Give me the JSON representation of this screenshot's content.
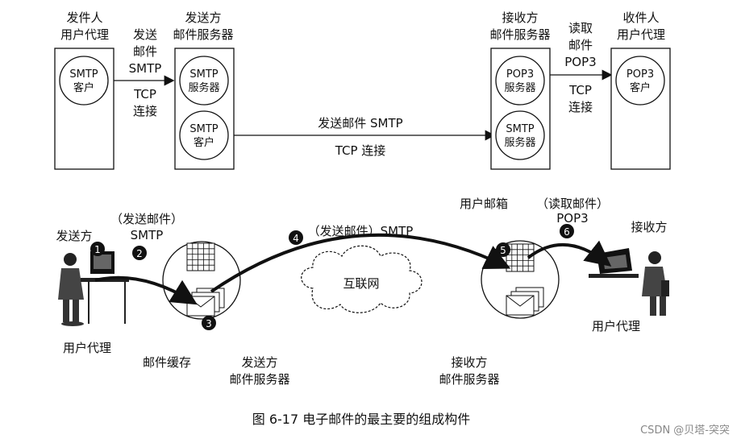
{
  "top": {
    "sender_agent": {
      "line1": "发件人",
      "line2": "用户代理",
      "circle": [
        "SMTP",
        "客户"
      ]
    },
    "send_link": {
      "lines": [
        "发送",
        "邮件",
        "SMTP",
        "TCP",
        "连接"
      ]
    },
    "sender_server": {
      "line1": "发送方",
      "line2": "邮件服务器",
      "circle_top": [
        "SMTP",
        "服务器"
      ],
      "circle_bottom": [
        "SMTP",
        "客户"
      ]
    },
    "middle_link": {
      "line1": "发送邮件 SMTP",
      "line2": "TCP 连接"
    },
    "receiver_server": {
      "line1": "接收方",
      "line2": "邮件服务器",
      "circle_top": [
        "POP3",
        "服务器"
      ],
      "circle_bottom": [
        "SMTP",
        "服务器"
      ]
    },
    "read_link": {
      "lines": [
        "读取",
        "邮件",
        "POP3",
        "TCP",
        "连接"
      ]
    },
    "receiver_agent": {
      "line1": "收件人",
      "line2": "用户代理",
      "circle": [
        "POP3",
        "客户"
      ]
    }
  },
  "bottom": {
    "sender": "发送方",
    "send_label": [
      "（发送邮件）",
      "SMTP"
    ],
    "user_agent_left": "用户代理",
    "mail_cache": "邮件缓存",
    "sender_server": [
      "发送方",
      "邮件服务器"
    ],
    "smtp_label": "（发送邮件）SMTP",
    "internet": "互联网",
    "mailbox": "用户邮箱",
    "read_label": [
      "（读取邮件）",
      "POP3"
    ],
    "receiver": "接收方",
    "receiver_server": [
      "接收方",
      "邮件服务器"
    ],
    "user_agent_right": "用户代理",
    "steps": [
      "1",
      "2",
      "3",
      "4",
      "5",
      "6"
    ]
  },
  "caption": "图 6-17   电子邮件的最主要的组成构件",
  "watermark": "CSDN @贝塔-突突"
}
